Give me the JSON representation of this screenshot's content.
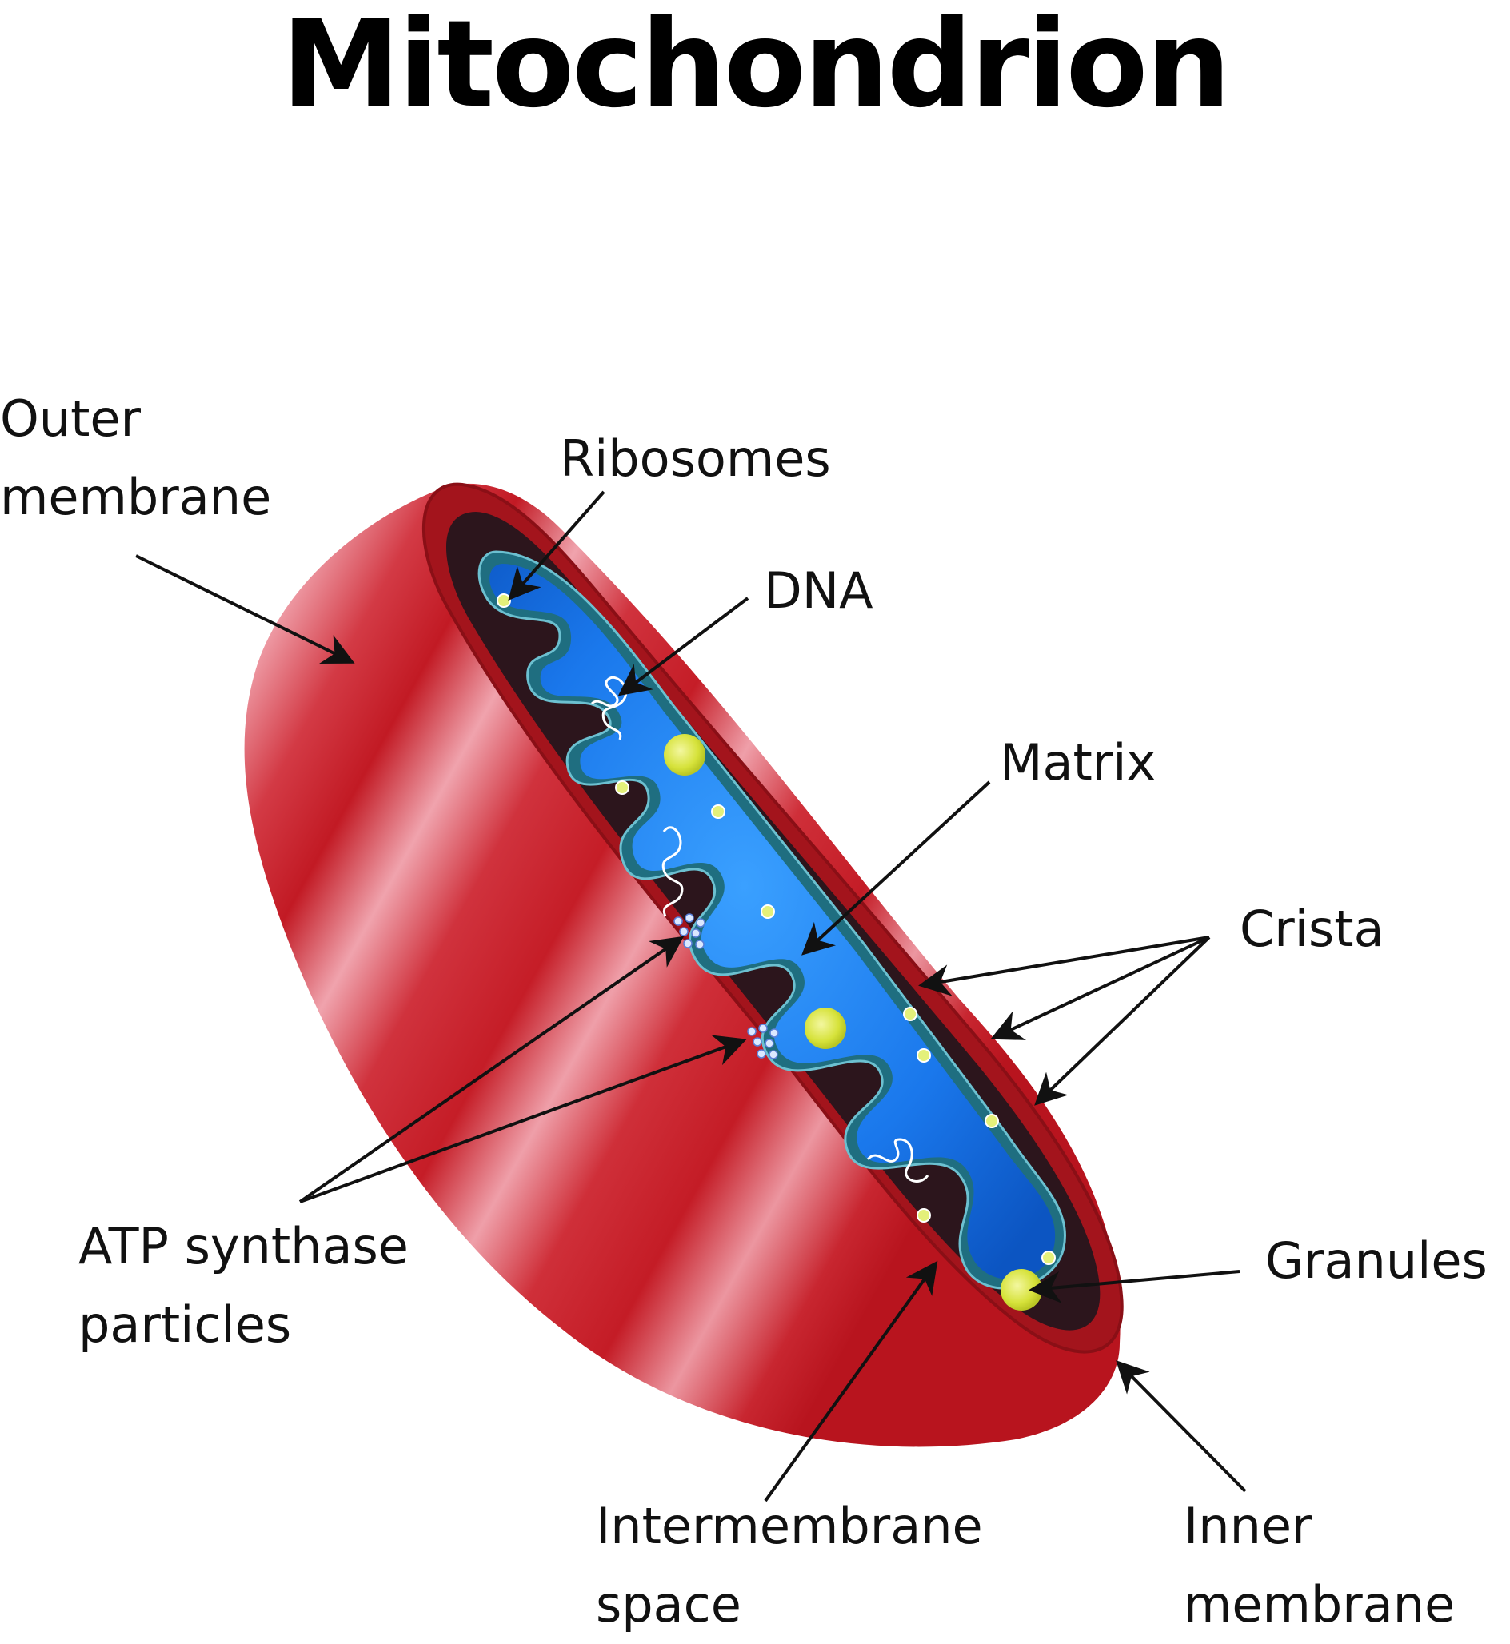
{
  "title": "Mitochondrion",
  "labels": {
    "outer_membrane": [
      "Outer",
      "membrane"
    ],
    "ribosomes": "Ribosomes",
    "dna": "DNA",
    "matrix": "Matrix",
    "crista": "Crista",
    "atp_synthase": [
      "ATP synthase",
      "particles"
    ],
    "granules": "Granules",
    "intermembrane_space": [
      "Intermembrane",
      "space"
    ],
    "inner_membrane": [
      "Inner",
      "membrane"
    ]
  },
  "colors": {
    "outer_red": "#c8242c",
    "outer_highlight": "#ee9aa4",
    "intermembrane_dark": "#2c151c",
    "inner_membrane_teal": "#1f6e80",
    "matrix_blue": "#1a78ec",
    "granule_yellow": "#d9e43a",
    "arrow": "#111111"
  }
}
